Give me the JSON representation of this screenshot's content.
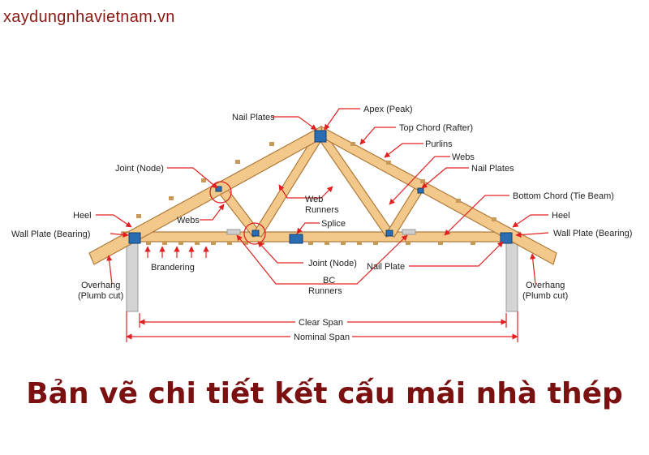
{
  "header": {
    "site": "xaydungnhavietnam.vn"
  },
  "labels": {
    "apex": "Apex (Peak)",
    "nail_plates_top": "Nail Plates",
    "top_chord": "Top Chord (Rafter)",
    "purlins": "Purlins",
    "webs_right": "Webs",
    "nail_plates_right": "Nail Plates",
    "joint_node_top": "Joint (Node)",
    "bottom_chord": "Bottom Chord (Tie Beam)",
    "web_runners_1": "Web",
    "web_runners_2": "Runners",
    "heel_left": "Heel",
    "heel_right": "Heel",
    "webs_left": "Webs",
    "splice": "Splice",
    "wall_plate_left": "Wall Plate (Bearing)",
    "wall_plate_right": "Wall Plate (Bearing)",
    "brandering": "Brandering",
    "joint_node_bottom": "Joint (Node)",
    "nail_plate": "Nail Plate",
    "bc_runners_1": "BC",
    "bc_runners_2": "Runners",
    "overhang_left_1": "Overhang",
    "overhang_left_2": "(Plumb cut)",
    "overhang_right_1": "Overhang",
    "overhang_right_2": "(Plumb cut)",
    "clear_span": "Clear Span",
    "nominal_span": "Nominal Span"
  },
  "caption": "Bản vẽ chi tiết kết cấu mái nhà thép",
  "colors": {
    "timber": "#f2c98a",
    "plate": "#2b6db3",
    "leader": "#e02020",
    "caption": "#7a1010"
  }
}
